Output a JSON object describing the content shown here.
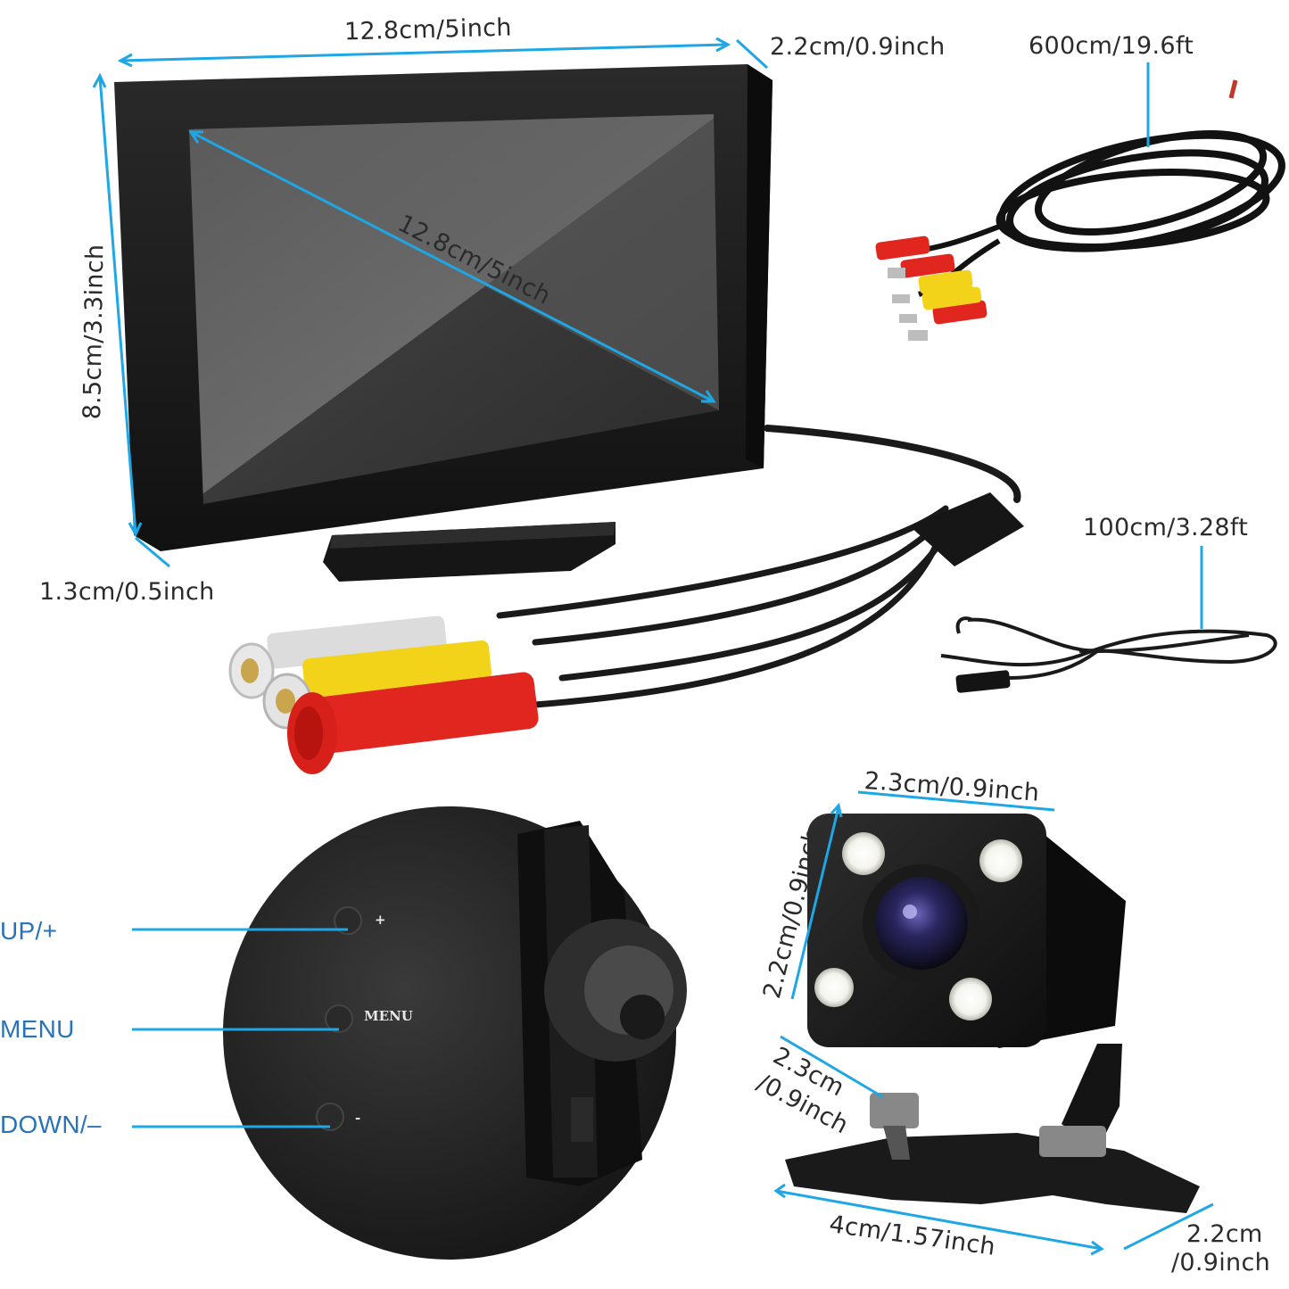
{
  "dimensions": {
    "monitor_width": "12.8cm/5inch",
    "monitor_depth": "2.2cm/0.9inch",
    "monitor_height": "8.5cm/3.3inch",
    "screen_diagonal": "12.8cm/5inch",
    "base_thickness": "1.3cm/0.5inch",
    "video_cable_length": "600cm/19.6ft",
    "power_cable_length": "100cm/3.28ft",
    "camera_width": "2.3cm/0.9inch",
    "camera_height": "2.2cm/0.9inch",
    "camera_depth_line1": "2.3cm",
    "camera_depth_line2": "/0.9inch",
    "bracket_length": "4cm/1.57inch",
    "bracket_width_line1": "2.2cm",
    "bracket_width_line2": "/0.9inch"
  },
  "buttons": {
    "up": "UP/+",
    "menu": "MENU",
    "down": "DOWN/–",
    "menu_print": "MENU",
    "plus_print": "+",
    "minus_print": "-"
  },
  "colors": {
    "accent_line": "#1ea7e4",
    "label_blue": "#2a73b8",
    "rca_white": "#e8e8e8",
    "rca_yellow": "#f3d21a",
    "rca_red": "#e0261f"
  }
}
